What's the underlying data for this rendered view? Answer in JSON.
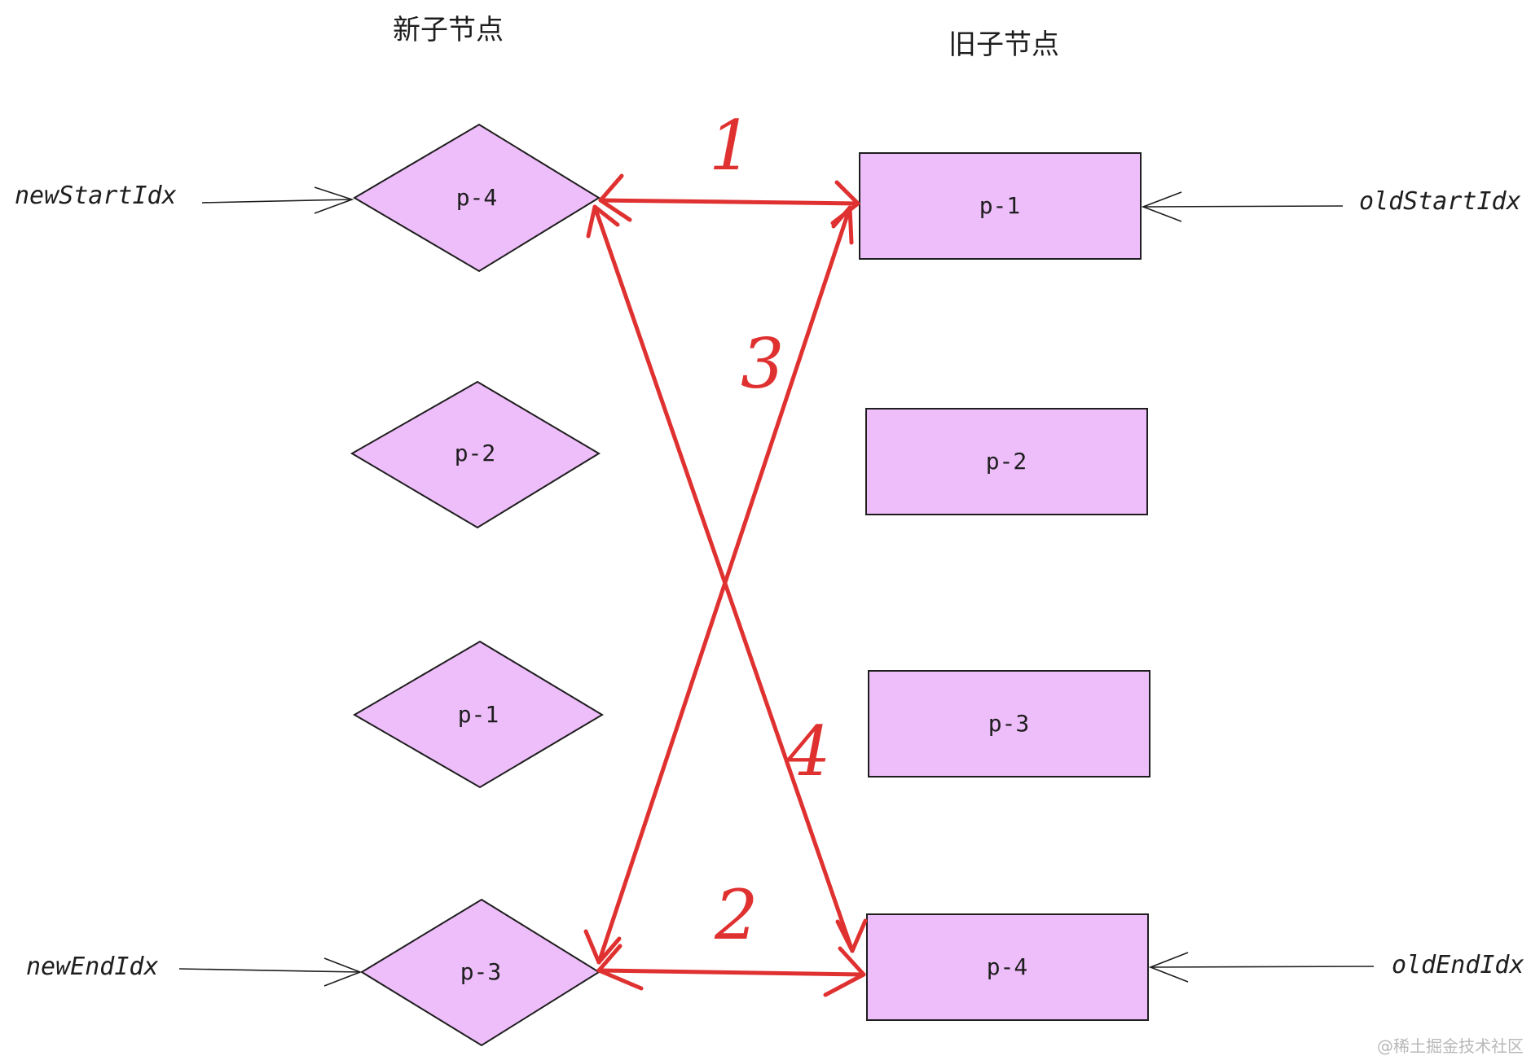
{
  "headers": {
    "new_children": "新子节点",
    "old_children": "旧子节点"
  },
  "pointers": {
    "new_start": "newStartIdx",
    "new_end": "newEndIdx",
    "old_start": "oldStartIdx",
    "old_end": "oldEndIdx"
  },
  "new_nodes": [
    "p-4",
    "p-2",
    "p-1",
    "p-3"
  ],
  "old_nodes": [
    "p-1",
    "p-2",
    "p-3",
    "p-4"
  ],
  "steps": [
    "1",
    "2",
    "3",
    "4"
  ],
  "watermark": "@稀土掘金技术社区",
  "colors": {
    "node_fill": "#eebefa",
    "arrow": "#e03131",
    "stroke": "#1e1e1e"
  }
}
